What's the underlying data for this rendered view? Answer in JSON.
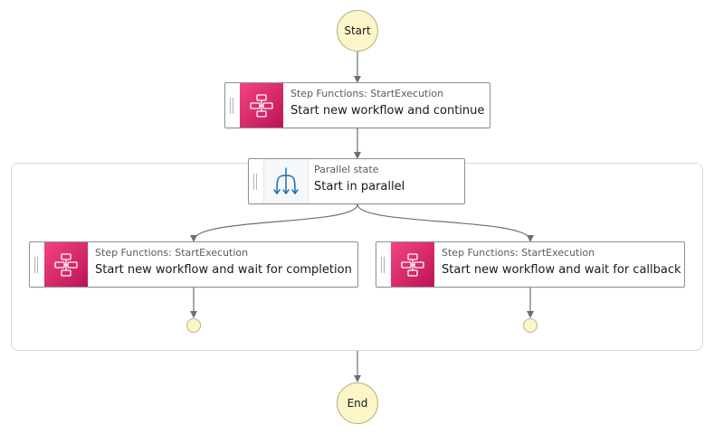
{
  "workflow": {
    "start": {
      "label": "Start"
    },
    "end": {
      "label": "End"
    },
    "states": [
      {
        "id": "start-new-workflow-and-continue",
        "type": "Step Functions: StartExecution",
        "name": "Start new workflow and continue",
        "icon": "step-functions-icon"
      },
      {
        "id": "start-in-parallel",
        "type": "Parallel state",
        "name": "Start in parallel",
        "icon": "parallel-branch-icon"
      },
      {
        "id": "start-new-workflow-and-wait-for-completion",
        "type": "Step Functions: StartExecution",
        "name": "Start new workflow and wait for completion",
        "icon": "step-functions-icon"
      },
      {
        "id": "start-new-workflow-and-wait-for-callback",
        "type": "Step Functions: StartExecution",
        "name": "Start new workflow and wait for callback",
        "icon": "step-functions-icon"
      }
    ]
  },
  "colors": {
    "terminal_fill": "#fbf5c8",
    "terminal_border": "#b8b184",
    "step_functions_accent": "#e7157b",
    "parallel_icon": "#1a73b8",
    "edge": "#687078"
  }
}
